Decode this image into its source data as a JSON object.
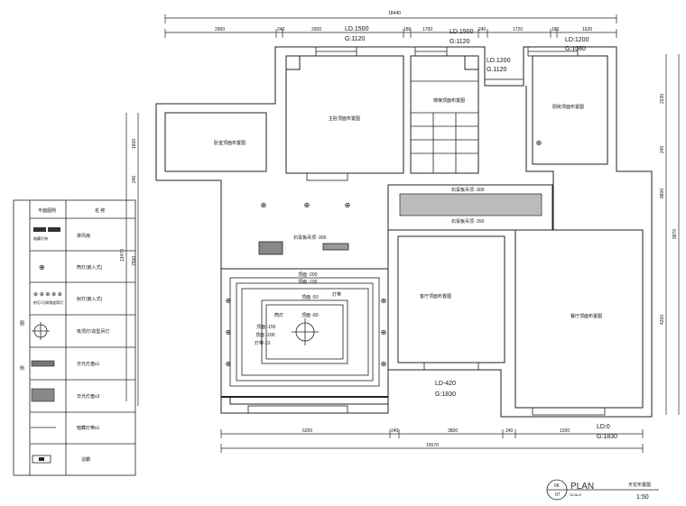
{
  "dimensions": {
    "top_total": "18440",
    "top_segments": [
      "2900",
      "240",
      "3300",
      "180",
      "1700",
      "240",
      "1720",
      "180",
      "1620"
    ],
    "bottom_segments": [
      "6200",
      "240",
      "3800",
      "240",
      "1200"
    ],
    "bottom_total": "15570",
    "right_segments": [
      "2230",
      "240",
      "9800",
      "4200"
    ],
    "right_total": "9870",
    "left_segments": [
      "1600",
      "240",
      "7500"
    ],
    "left_total": "13470"
  },
  "levels": [
    {
      "ld": "LD.1500",
      "g": "G:1120"
    },
    {
      "ld": "LD.1500",
      "g": "G:1120"
    },
    {
      "ld": "LD.1200",
      "g": "G.1120"
    },
    {
      "ld": "LD:1200",
      "g": "G:1080"
    },
    {
      "ld": "LD-420",
      "g": "G:1830"
    },
    {
      "ld": "LD:0",
      "g": "G:1830"
    }
  ],
  "rooms": [
    "卧室顶面布置图",
    "主卧顶面布置图",
    "楼梯顶面布置图",
    "客厅顶面布置图",
    "餐厅顶面布置图",
    "厨房顶面布置图"
  ],
  "ceiling_notes": [
    "石膏板吊顶 -300",
    "石膏板吊顶 -300",
    "石膏板吊顶 -350",
    "顶面 -200",
    "顶面 -100",
    "顶面 -50",
    "筒灯",
    "灯带",
    "顶面 -80",
    "顶面 -150",
    "顶面 -200",
    "灯带-10"
  ],
  "legend": {
    "side_label_1": "图",
    "side_label_2": "例",
    "header_symbol": "平面图例",
    "header_name": "名 称",
    "rows": [
      {
        "symbol_text": "暗藏灯带",
        "name": "排风扇"
      },
      {
        "name": "筒灯(嵌入式)"
      },
      {
        "symbol_text": "射灯/可调角度筒灯",
        "name": "射灯(嵌入式)"
      },
      {
        "name": "吸顶灯/造型吊灯"
      },
      {
        "name": "日光灯盘x1"
      },
      {
        "name": "日光灯盘x3"
      },
      {
        "name": "暗藏灯带x1"
      },
      {
        "name": "浴霸"
      }
    ]
  },
  "title_block": {
    "num_top": "06",
    "num_bottom": "07",
    "plan": "PLAN",
    "scale_label": "SCALE",
    "title": "天花布置图",
    "scale": "1:50"
  }
}
